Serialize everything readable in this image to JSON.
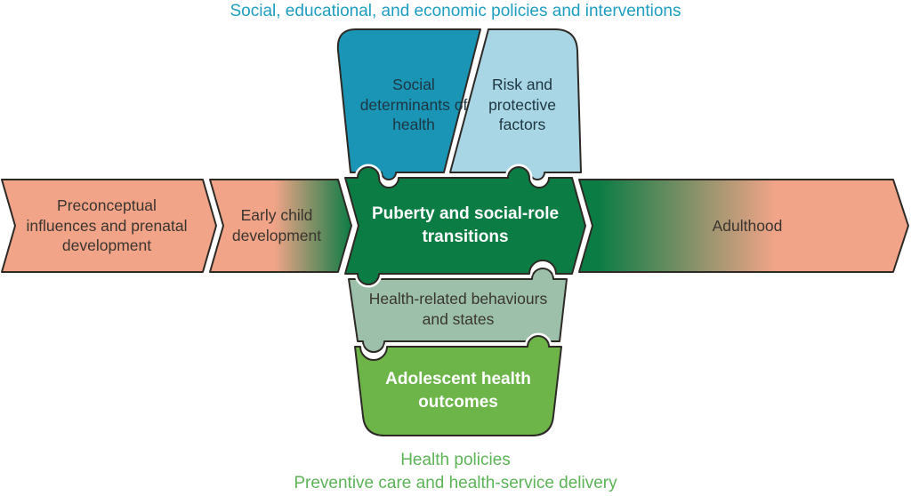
{
  "figure": {
    "top_label": "Social, educational, and economic policies and interventions",
    "top_pieces": [
      {
        "label": "Social determinants of health",
        "color": "#1b95b5"
      },
      {
        "label": "Risk and protective factors",
        "color": "#a9d6e5"
      }
    ],
    "timeline": [
      {
        "label": "Preconceptual influences and prenatal development",
        "color": "#f2a488"
      },
      {
        "label": "Early child development",
        "color": "gradient salmon to green"
      },
      {
        "label": "Puberty and social-role transitions",
        "color": "#0c7c45"
      },
      {
        "label": "Adulthood",
        "color": "gradient green to salmon"
      }
    ],
    "bottom_pieces": [
      {
        "label": "Health-related behaviours and states",
        "color": "#9dc0aa"
      },
      {
        "label": "Adolescent health outcomes",
        "color": "#6db449"
      }
    ],
    "bottom_labels": [
      "Health policies",
      "Preventive care and health-service delivery"
    ],
    "colors": {
      "salmon": "#f2a488",
      "teal": "#1b95b5",
      "light_blue": "#a9d6e5",
      "dark_green": "#0c7c45",
      "sage": "#9dc0aa",
      "bright_green": "#6db449",
      "outline": "#2d2a26",
      "top_caption": "#1d9ec0",
      "bottom_caption": "#5cb457"
    }
  }
}
